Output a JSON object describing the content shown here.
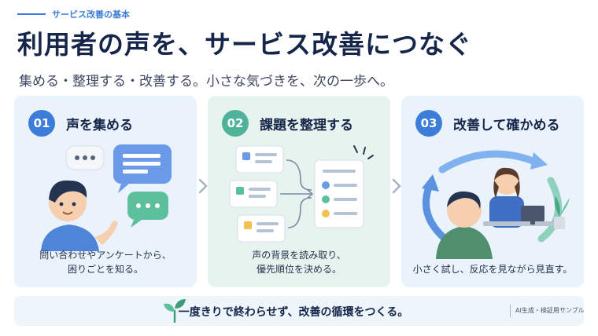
{
  "eyebrow": "サービス改善の基本",
  "title": "利用者の声を、サービス改善につなぐ",
  "subtitle": "集める・整理する・改善する。小さな気づきを、次の一歩へ。",
  "cards": [
    {
      "number": "01",
      "title": "声を集める",
      "body": [
        "問い合わせやアンケートから、",
        "困りごとを知る。"
      ]
    },
    {
      "number": "02",
      "title": "課題を整理する",
      "body": [
        "声の背景を読み取り、",
        "優先順位を決める。"
      ]
    },
    {
      "number": "03",
      "title": "改善して確かめる",
      "body": [
        "小さく試し、反応を見ながら見直す。"
      ]
    }
  ],
  "footer": {
    "message": "一度きりで終わらせず、改善の循環をつくる。",
    "note": "AI生成・検証用サンプル"
  },
  "colors": {
    "accent_blue": "#3b7dd8",
    "accent_green": "#4fb39a",
    "title_navy": "#16264a"
  },
  "icons": [
    "person-icon",
    "chat-bubble-icon",
    "note-card-icon",
    "checklist-icon",
    "cycle-arrow-icon",
    "staff-icon",
    "plant-icon",
    "sprout-icon",
    "chevron-right-icon"
  ]
}
